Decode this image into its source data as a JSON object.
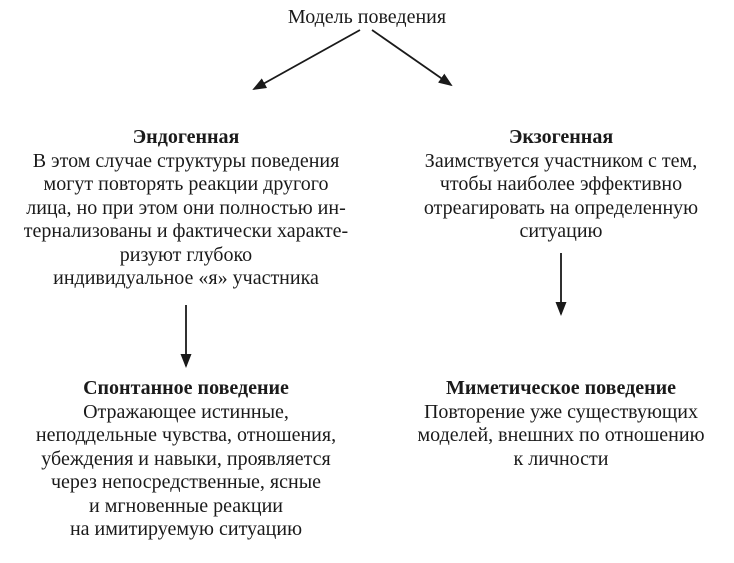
{
  "title": "Модель поведения",
  "colors": {
    "background": "#ffffff",
    "text": "#1a1a1a",
    "arrow": "#1a1a1a"
  },
  "nodes": {
    "endogenous": {
      "heading": "Эндогенная",
      "lines": [
        "В этом случае структуры поведения",
        "могут повторять реакции другого",
        "лица, но при этом они полностью ин-",
        "тернализованы и фактически характе-",
        "ризуют глубоко",
        "индивидуальное «я» участника"
      ]
    },
    "exogenous": {
      "heading": "Экзогенная",
      "lines": [
        "Заимствуется участником с тем,",
        "чтобы наиболее эффективно",
        "отреагировать на определенную",
        "ситуацию"
      ]
    },
    "spontaneous": {
      "heading": "Спонтанное поведение",
      "lines": [
        "Отражающее истинные,",
        "неподдельные чувства, отношения,",
        "убеждения и навыки, проявляется",
        "через непосредственные, ясные",
        "и мгновенные реакции",
        "на имитируемую ситуацию"
      ]
    },
    "mimetic": {
      "heading": "Миметическое поведение",
      "lines": [
        "Повторение уже существующих",
        "моделей, внешних по отношению",
        "к личности"
      ]
    }
  }
}
